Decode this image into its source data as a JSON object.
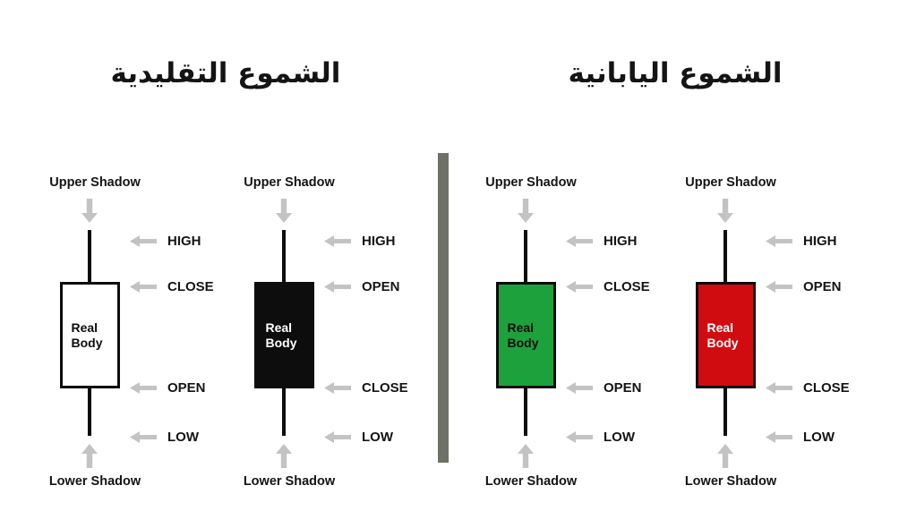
{
  "titles": {
    "left": "الشموع التقليدية",
    "right": "الشموع اليابانية"
  },
  "colors": {
    "arrow": "#c3c3c3",
    "divider": "#6d7166"
  },
  "candles": [
    {
      "type": "traditional-bullish-white",
      "body_color": "#ffffff",
      "body_text_color": "#0d0d0d",
      "upper_shadow": "Upper Shadow",
      "high": "HIGH",
      "top_price": "CLOSE",
      "real_body": "Real Body",
      "bottom_price": "OPEN",
      "low": "LOW",
      "lower_shadow": "Lower Shadow"
    },
    {
      "type": "traditional-bearish-black",
      "body_color": "#0d0d0d",
      "body_text_color": "#ffffff",
      "upper_shadow": "Upper Shadow",
      "high": "HIGH",
      "top_price": "OPEN",
      "real_body": "Real Body",
      "bottom_price": "CLOSE",
      "low": "LOW",
      "lower_shadow": "Lower Shadow"
    },
    {
      "type": "japanese-bullish-green",
      "body_color": "#1da13d",
      "body_text_color": "#0d0d0d",
      "upper_shadow": "Upper Shadow",
      "high": "HIGH",
      "top_price": "CLOSE",
      "real_body": "Real Body",
      "bottom_price": "OPEN",
      "low": "LOW",
      "lower_shadow": "Lower Shadow"
    },
    {
      "type": "japanese-bearish-red",
      "body_color": "#d10c11",
      "body_text_color": "#ffffff",
      "upper_shadow": "Upper Shadow",
      "high": "HIGH",
      "top_price": "OPEN",
      "real_body": "Real Body",
      "bottom_price": "CLOSE",
      "low": "LOW",
      "lower_shadow": "Lower Shadow"
    }
  ]
}
